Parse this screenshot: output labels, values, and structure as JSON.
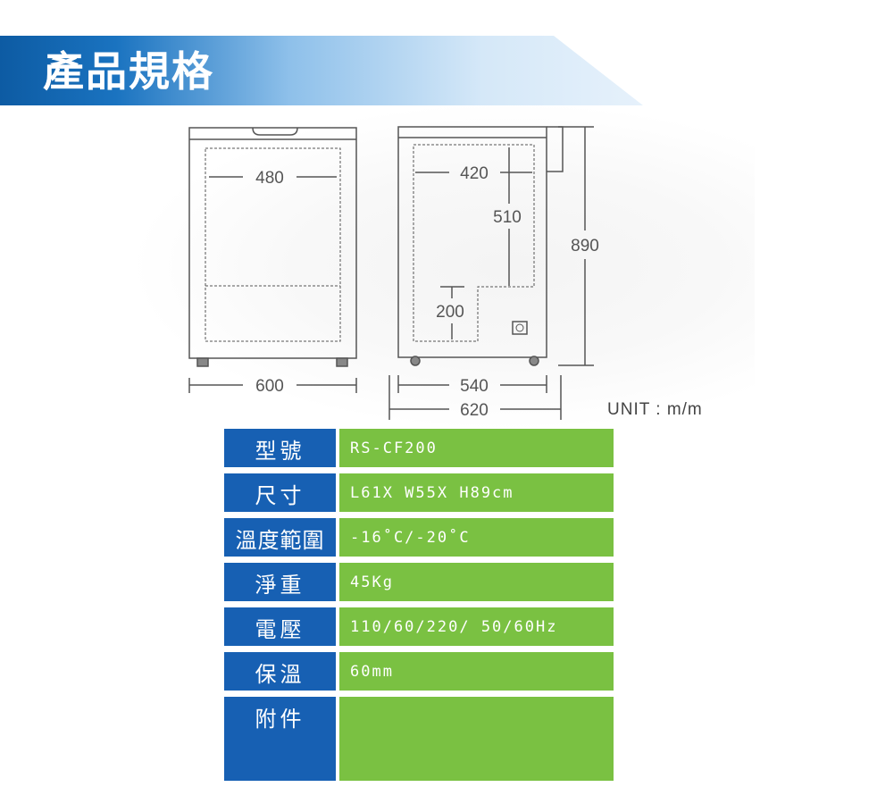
{
  "header": {
    "title": "產品規格"
  },
  "drawing": {
    "front": {
      "inner_width": "480",
      "outer_width": "600"
    },
    "side": {
      "inner_width": "420",
      "inner_height": "510",
      "step_height": "200",
      "height": "890",
      "depth_inner": "540",
      "depth_outer": "620"
    }
  },
  "unit_label": "UNIT : m/m",
  "specs": [
    {
      "label": "型號",
      "value": "RS-CF200"
    },
    {
      "label": "尺寸",
      "value": "L61X W55X H89cm"
    },
    {
      "label": "溫度範圍",
      "value": "-16˚C/-20˚C"
    },
    {
      "label": "淨重",
      "value": "45Kg"
    },
    {
      "label": "電壓",
      "value": "110/60/220/ 50/60Hz"
    },
    {
      "label": "保溫",
      "value": "60mm"
    },
    {
      "label": "附件",
      "value": ""
    }
  ],
  "colors": {
    "label_bg": "#1760b3",
    "value_bg": "#7ac142",
    "banner": "#0d5ba3"
  }
}
